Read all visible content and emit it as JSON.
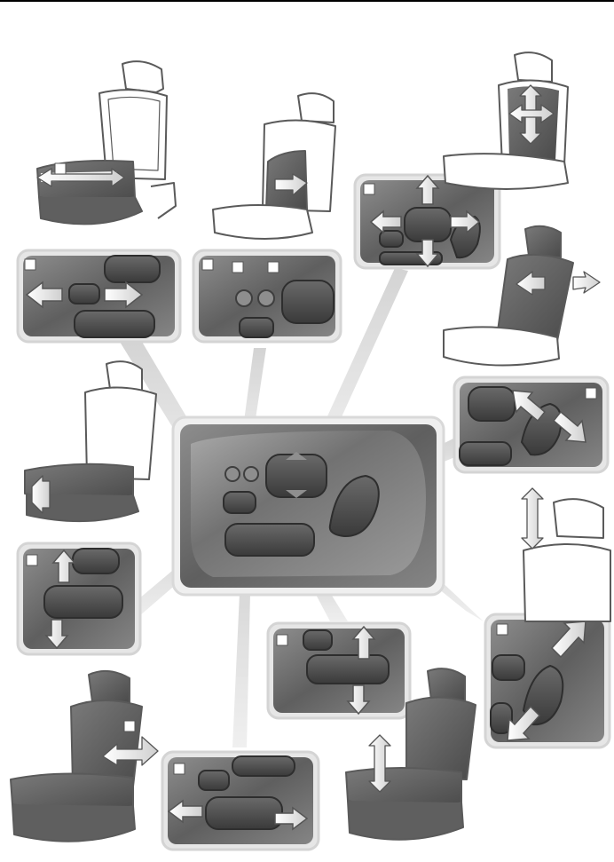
{
  "figure": {
    "description_labels": [],
    "colors": {
      "panel_border": "#d8d8d8",
      "panel_fill_dark": "#5d5d5d",
      "panel_fill_mid": "#7b7b7b",
      "panel_fill_light": "#a8a8a8",
      "switch_fill": "#4c4c4c",
      "arrow_fill": "#ffffff",
      "arrow_stroke": "#5a5a5a",
      "seat_stroke": "#5a5a5a",
      "seat_dark": "#666666",
      "beam_fill": "#d7d7d7"
    },
    "icons": [
      "seat-cushion-forward-back",
      "seat-lumbar-adjust",
      "seat-headrest-lumbar",
      "seat-backrest-recline",
      "seat-cushion-height-front",
      "seat-headrest-height",
      "seat-cushion-height-rear",
      "seat-cushion-tilt",
      "seat-side-bolster",
      "seat-memory-buttons"
    ]
  }
}
